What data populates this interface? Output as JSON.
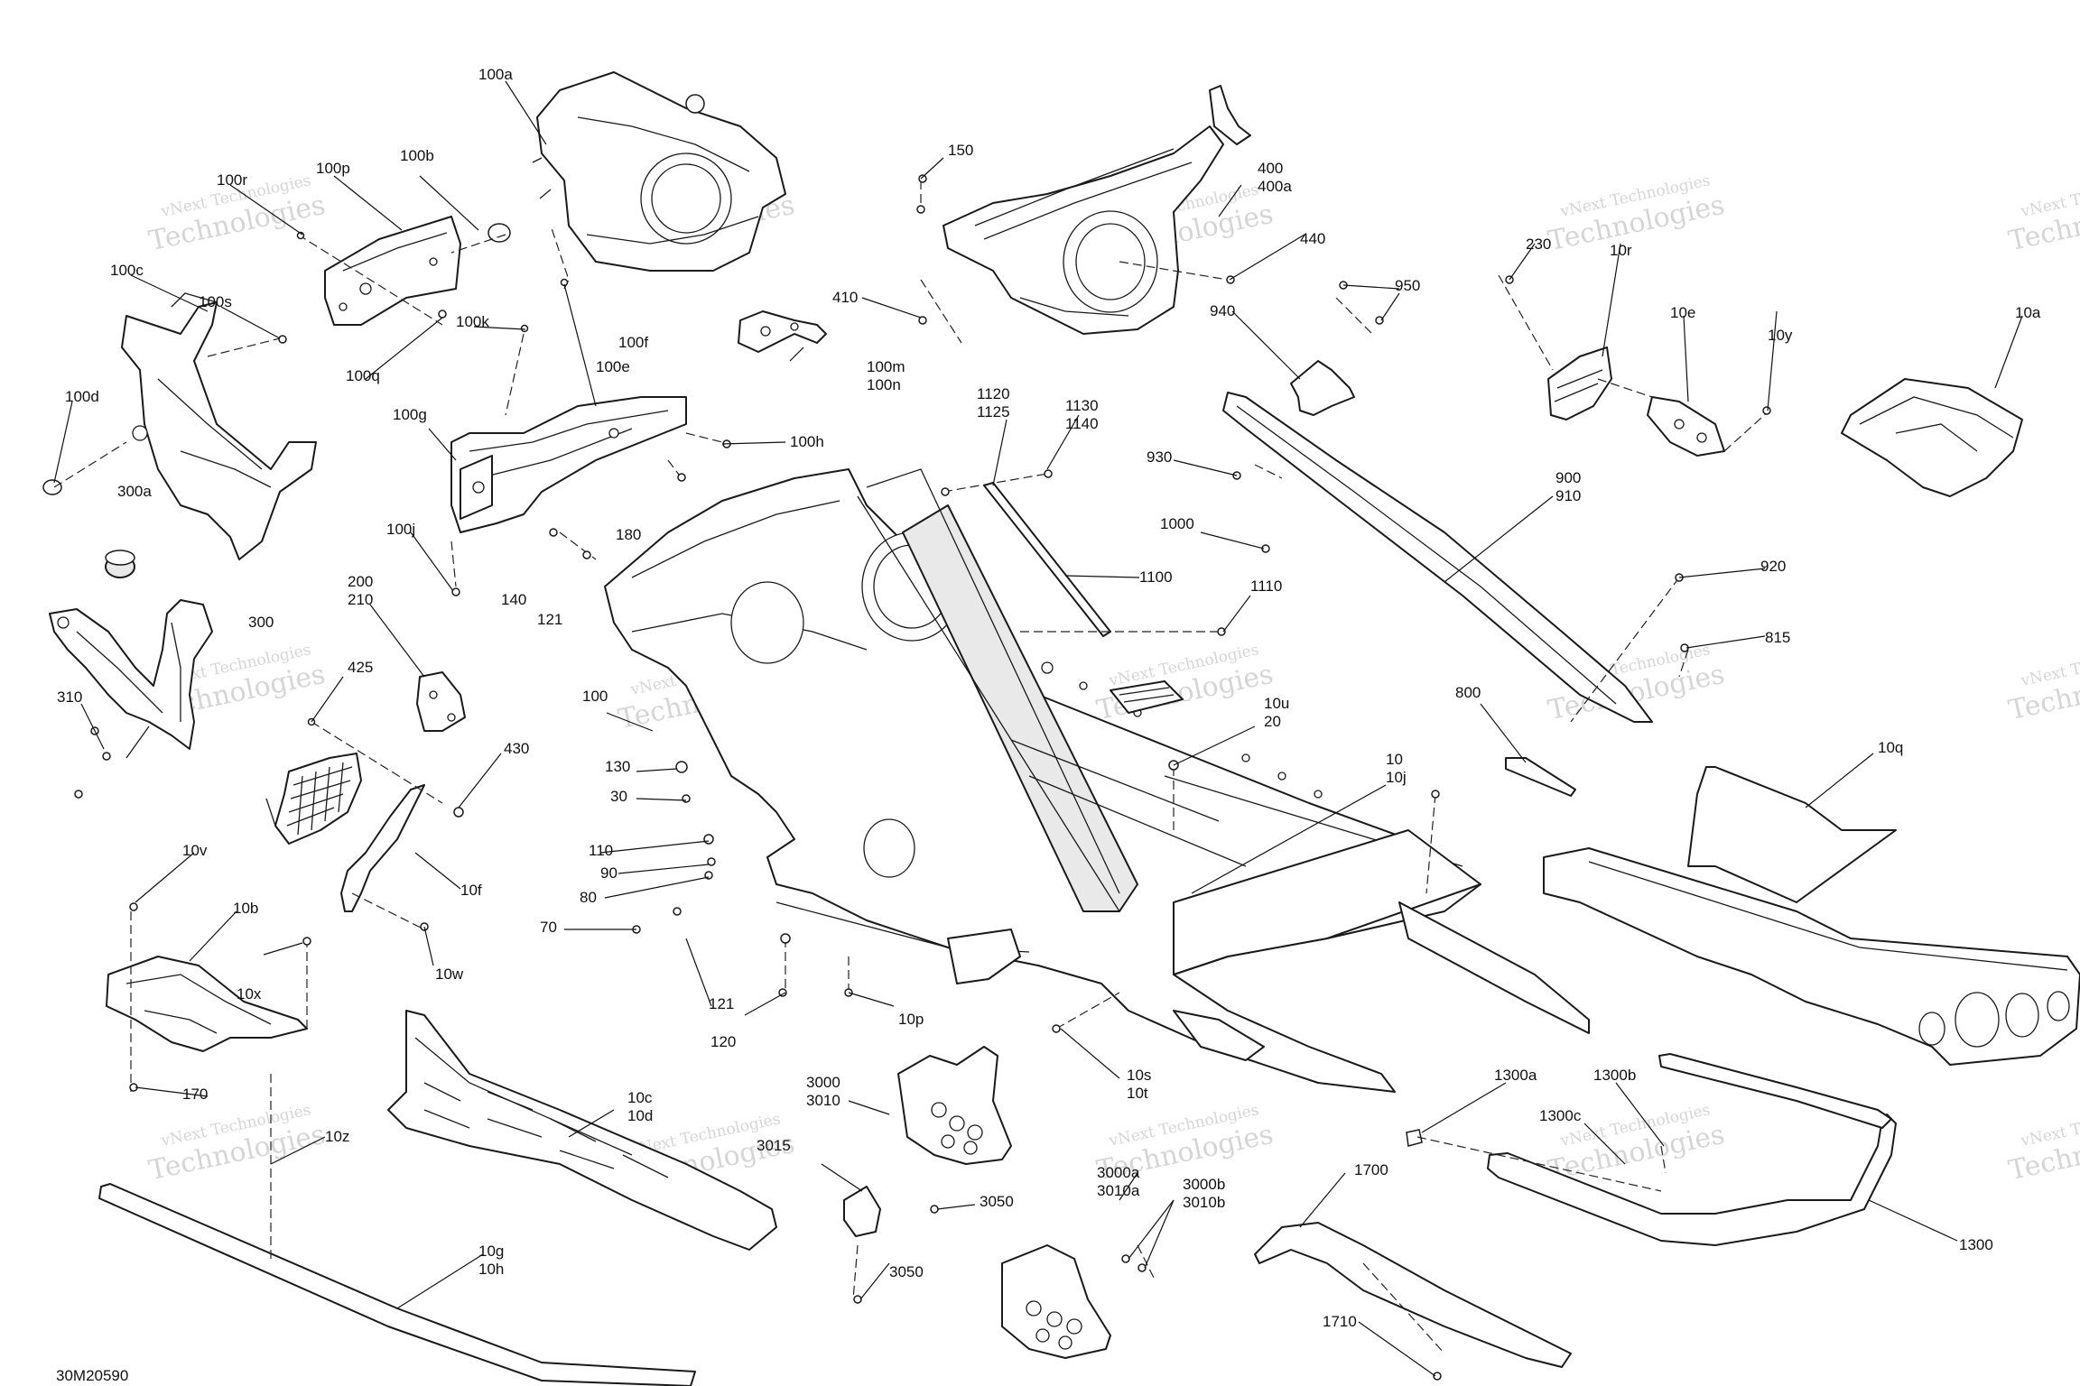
{
  "diagram_code": "30M20590",
  "watermark": {
    "line1": "vNext Technologies",
    "line2": "Technologies"
  },
  "callouts": {
    "c100a": "100a",
    "c100b": "100b",
    "c100r": "100r",
    "c100p": "100p",
    "c100c": "100c",
    "c100s": "100s",
    "c100q": "100q",
    "c100k": "100k",
    "c100f": "100f",
    "c100e": "100e",
    "c100d": "100d",
    "c100g": "100g",
    "c100h": "100h",
    "c100j": "100j",
    "c100m": "100m",
    "c100n": "100n",
    "c150": "150",
    "c400": "400",
    "c400a": "400a",
    "c440": "440",
    "c410": "410",
    "c950": "950",
    "c940": "940",
    "c230": "230",
    "c10r": "10r",
    "c10e": "10e",
    "c10y": "10y",
    "c10a": "10a",
    "c300a": "300a",
    "c300": "300",
    "c310": "310",
    "c180": "180",
    "c140": "140",
    "c121a": "121",
    "c200": "200",
    "c210": "210",
    "c425": "425",
    "c430": "430",
    "c10f": "10f",
    "c10w": "10w",
    "c1120": "1120",
    "c1125": "1125",
    "c1130": "1130",
    "c1140": "1140",
    "c930": "930",
    "c1000": "1000",
    "c900": "900",
    "c910": "910",
    "c1100": "1100",
    "c1110": "1110",
    "c920": "920",
    "c815": "815",
    "c800": "800",
    "c100": "100",
    "c10u": "10u",
    "c20": "20",
    "c130": "130",
    "c30": "30",
    "c110": "110",
    "c90": "90",
    "c80": "80",
    "c70": "70",
    "c10": "10",
    "c10j": "10j",
    "c10q": "10q",
    "c10v": "10v",
    "c10b": "10b",
    "c10x": "10x",
    "c170": "170",
    "c121b": "121",
    "c120": "120",
    "c10p": "10p",
    "c10s": "10s",
    "c10t": "10t",
    "c3000": "3000",
    "c3010": "3010",
    "c10c": "10c",
    "c10d": "10d",
    "c10z": "10z",
    "c3015": "3015",
    "c3050a": "3050",
    "c3050b": "3050",
    "c3000a": "3000a",
    "c3010a": "3010a",
    "c3000b": "3000b",
    "c3010b": "3010b",
    "c10g": "10g",
    "c10h": "10h",
    "c1300a": "1300a",
    "c1300b": "1300b",
    "c1300c": "1300c",
    "c1300": "1300",
    "c1700": "1700",
    "c1710": "1710"
  }
}
